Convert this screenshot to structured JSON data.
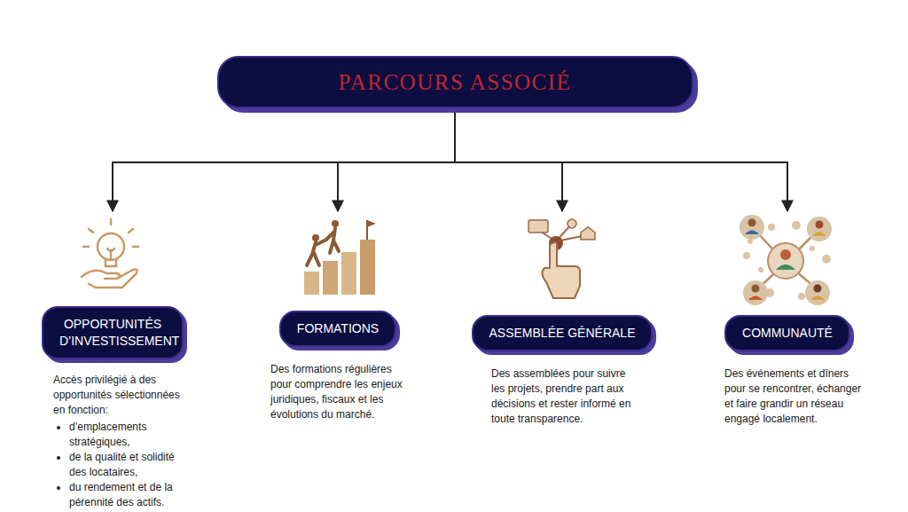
{
  "diagram": {
    "nodes": [
      {
        "text": [
          "PARCOURS ASSOCIÉ"
        ]
      },
      {
        "text": [
          "OPPORTUNITÉS D’INVESTISSEMENT",
          "Accès privilégié à des opportunités sélectionnées en fonction:",
          "d’emplacements stratégiques,",
          "de la qualité et solidité des locataires,",
          "du rendement et de la pérennité des actifs."
        ]
      },
      {
        "text": [
          "FORMATIONS",
          "Des formations régulières pour comprendre les enjeux juridiques, fiscaux et les évolutions du marché."
        ]
      },
      {
        "text": [
          "ASSEMBLÉE GÉNÉRALE",
          "Des assemblées pour suivre les projets, prendre part aux décisions et rester informé en toute transparence."
        ]
      },
      {
        "text": [
          "COMMUNAUTÉ",
          "Des événements et dîners pour se rencontrer, échanger et faire grandir un réseau engagé localement."
        ]
      }
    ],
    "edges": [
      {
        "from": 0,
        "to": 1,
        "arrow": "to"
      },
      {
        "from": 0,
        "to": 2,
        "arrow": "to"
      },
      {
        "from": 0,
        "to": 3,
        "arrow": "to"
      },
      {
        "from": 0,
        "to": 4,
        "arrow": "to"
      }
    ]
  }
}
